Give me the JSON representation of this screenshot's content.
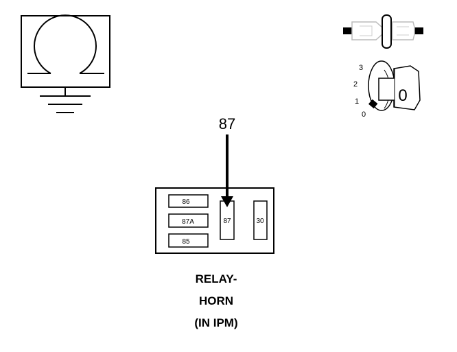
{
  "diagram": {
    "title_lines": [
      "RELAY-",
      "HORN",
      "(IN IPM)"
    ],
    "pointer_label": "87",
    "relay_pins": {
      "pin_86": "86",
      "pin_87a": "87A",
      "pin_85": "85",
      "pin_87": "87",
      "pin_30": "30"
    },
    "ignition_switch": {
      "positions": [
        "3",
        "2",
        "1",
        "0"
      ],
      "key_glyph": "0"
    },
    "icons": {
      "test_meter": "ohmmeter-icon",
      "connector": "connector-disconnect-icon",
      "key": "ignition-key-icon",
      "ground": "ground-symbol-icon"
    }
  }
}
